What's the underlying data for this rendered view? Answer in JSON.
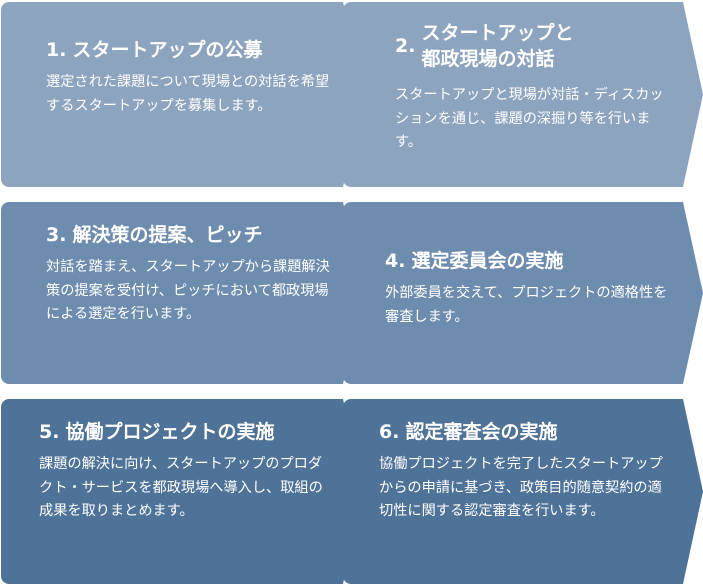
{
  "steps": [
    {
      "number": "1.",
      "title": "スタートアップの公募",
      "description": "選定された課題について現場との対話を希望するスタートアップを募集します。"
    },
    {
      "number": "2.",
      "title": "スタートアップと\n都政現場の対話",
      "description": "スタートアップと現場が対話・ディスカッションを通じ、課題の深掘り等を行います。"
    },
    {
      "number": "3.",
      "title": "解決策の提案、ピッチ",
      "description": "対話を踏まえ、スタートアップから課題解決策の提案を受付け、ピッチにおいて都政現場による選定を行います。"
    },
    {
      "number": "4.",
      "title": "選定委員会の実施",
      "description": "外部委員を交えて、プロジェクトの適格性を審査します。"
    },
    {
      "number": "5.",
      "title": "協働プロジェクトの実施",
      "description": "課題の解決に向け、スタートアップのプロダクト・サービスを都政現場へ導入し、取組の成果を取りまとめます。"
    },
    {
      "number": "6.",
      "title": "認定審査会の実施",
      "description": "協働プロジェクトを完了したスタートアップからの申請に基づき、政策目的随意契約の適切性に関する認定審査を行います。"
    }
  ]
}
